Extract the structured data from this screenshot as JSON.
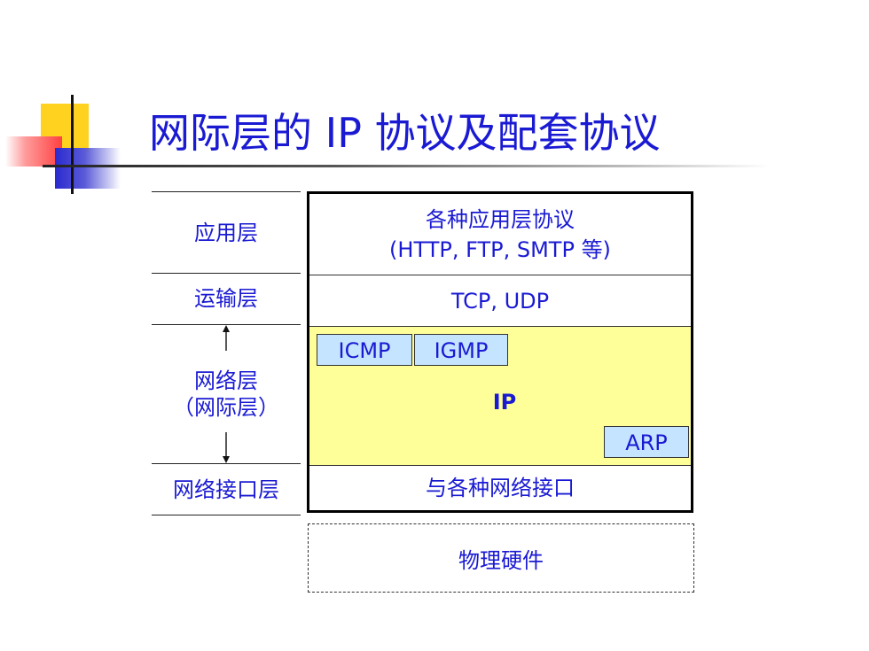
{
  "title": "网际层的 IP 协议及配套协议",
  "layers": [
    {
      "id": "application",
      "label": "应用层"
    },
    {
      "id": "transport",
      "label": "运输层"
    },
    {
      "id": "network",
      "label_line1": "网络层",
      "label_line2": "（网际层）"
    },
    {
      "id": "link",
      "label": "网络接口层"
    }
  ],
  "stack": {
    "application_line1": "各种应用层协议",
    "application_line2": "(HTTP, FTP, SMTP 等)",
    "transport": "TCP, UDP",
    "network": {
      "main": "IP",
      "icmp": "ICMP",
      "igmp": "IGMP",
      "arp": "ARP"
    },
    "link": "与各种网络接口",
    "hardware": "物理硬件"
  },
  "colors": {
    "text": "#1a1ad3",
    "ip_layer_fill": "#ffff99",
    "protocol_box_fill": "#c4e4ff",
    "accent_yellow": "#ffd21f",
    "accent_red": "#ff4040",
    "accent_blue": "#2a2acf"
  }
}
